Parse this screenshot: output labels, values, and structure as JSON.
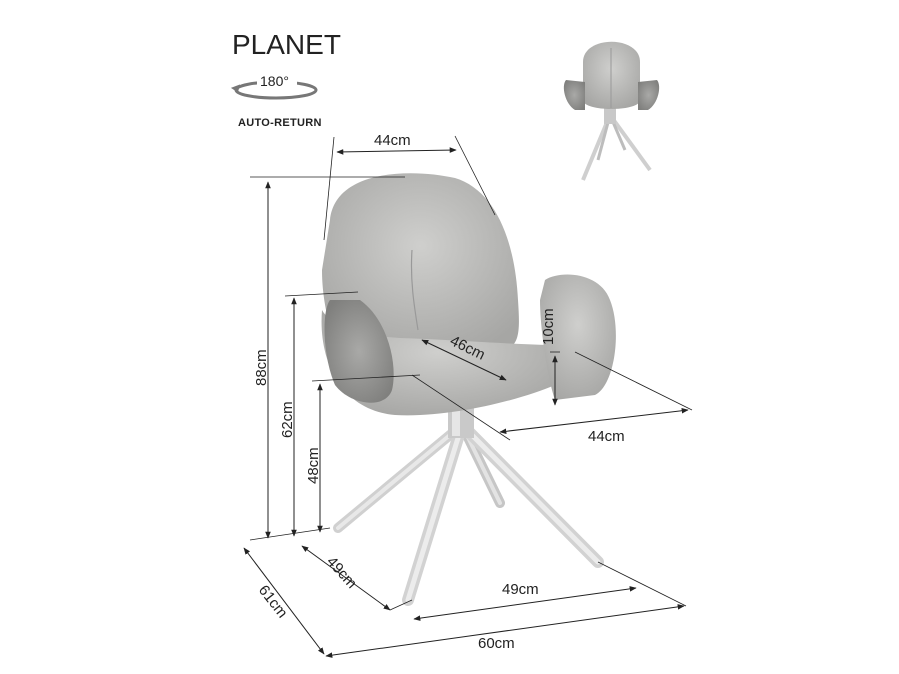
{
  "product": {
    "name": "PLANET"
  },
  "rotation": {
    "angle_label": "180°",
    "caption": "AUTO-RETURN"
  },
  "dimensions": {
    "backrest_width": "44cm",
    "total_height": "88cm",
    "armrest_height": "62cm",
    "seat_height": "48cm",
    "armrest_thickness": "10cm",
    "seat_depth": "46cm",
    "seat_width": "44cm",
    "base_side": "49cm",
    "base_front": "49cm",
    "total_depth": "61cm",
    "total_width": "60cm"
  },
  "colors": {
    "fabric": "#b8b8b6",
    "fabric_dark": "#8f8f8d",
    "metal": "#cfcfcf",
    "line": "#333333"
  }
}
